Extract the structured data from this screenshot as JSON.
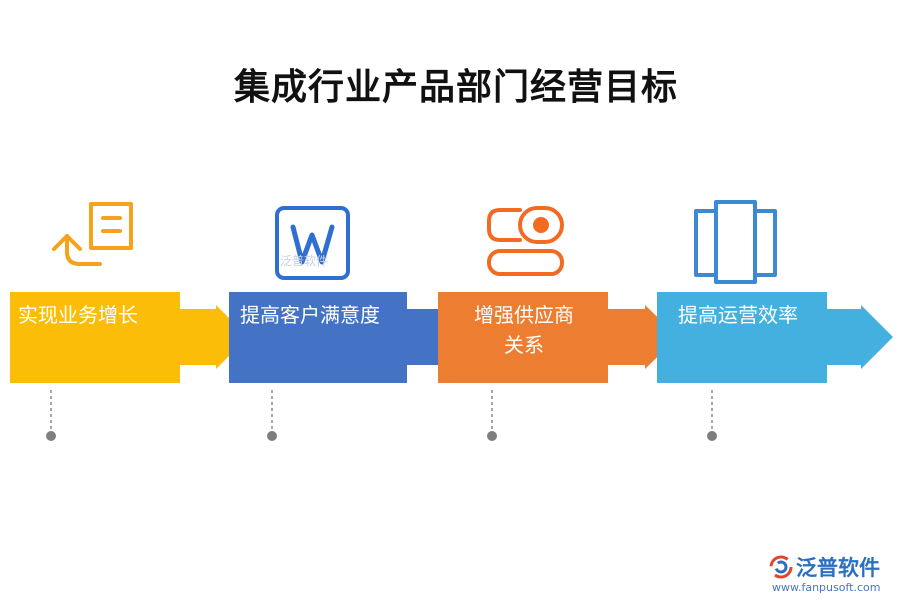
{
  "title": "集成行业产品部门经营目标",
  "steps": [
    {
      "label": "实现业务增长",
      "icon": "document-return-icon",
      "color": "#fbbd07"
    },
    {
      "label": "提高客户满意度",
      "icon": "word-document-icon",
      "color": "#4472c4"
    },
    {
      "label": "增强供应商\n关系",
      "icon": "toggle-switch-icon",
      "color": "#ed7d31"
    },
    {
      "label": "提高运营效率",
      "icon": "panels-icon",
      "color": "#44b0e0"
    }
  ],
  "watermark": "泛普软件",
  "brand": {
    "name": "泛普软件",
    "url": "www.fanpusoft.com",
    "color": "#2a6fc0"
  }
}
